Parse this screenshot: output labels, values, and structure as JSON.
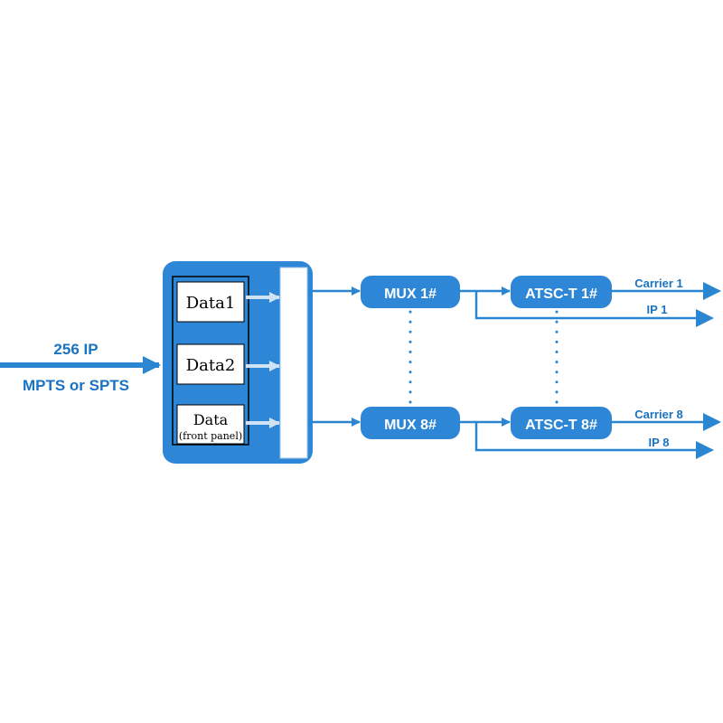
{
  "colors": {
    "accent": "#1a73c1",
    "arrow": "#2a86d1",
    "block_fill": "#2e86d6",
    "box_fill": "#ffffff",
    "text_dark": "#000000",
    "text_light": "#ffffff",
    "dots": "#2a86d1"
  },
  "input": {
    "label_top": "256 IP",
    "label_bottom": "MPTS or SPTS"
  },
  "sources": [
    {
      "line1": "Data1",
      "line2": ""
    },
    {
      "line1": "Data2",
      "line2": ""
    },
    {
      "line1": "Data",
      "line2": "(front panel)"
    }
  ],
  "muxes": [
    "MUX 1#",
    "MUX 8#"
  ],
  "modulators": [
    "ATSC-T 1#",
    "ATSC-T 8#"
  ],
  "outputs": [
    {
      "carrier": "Carrier 1",
      "ip": "IP 1"
    },
    {
      "carrier": "Carrier 8",
      "ip": "IP 8"
    }
  ]
}
